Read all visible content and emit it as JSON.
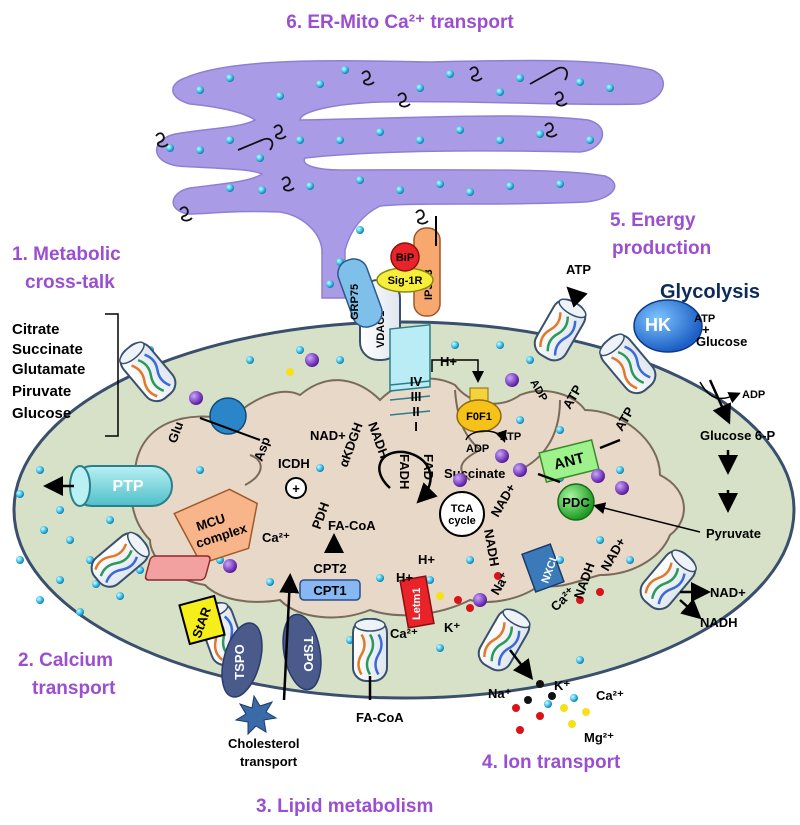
{
  "sections": {
    "er_mito": "6. ER-Mito Ca²⁺ transport",
    "metabolic": [
      "1. Metabolic",
      "cross-talk"
    ],
    "energy": [
      "5. Energy",
      "production"
    ],
    "calcium": [
      "2. Calcium",
      "transport"
    ],
    "lipid": "3. Lipid metabolism",
    "ion": "4. Ion transport"
  },
  "metabolites": [
    "Citrate",
    "Succinate",
    "Glutamate",
    "Piruvate",
    "Glucose"
  ],
  "proteins": {
    "ptp": "PTP",
    "mcu": [
      "MCU",
      "complex"
    ],
    "star": "StAR",
    "tspo": "TSPO",
    "cpt2": "CPT2",
    "cpt1": "CPT1",
    "letm1": "Letm1",
    "nxcl": "NXCL",
    "ant": "ANT",
    "pdc": "PDC",
    "hk": "HK",
    "f0f1": "F0F1",
    "bip": "BiP",
    "sig1r": "Sig-1R",
    "ip3r3": "IP3R3",
    "grp75": "GRP75",
    "vdac1": "VDAC1",
    "complexes": [
      "IV",
      "III",
      "II",
      "I"
    ]
  },
  "labels": {
    "glu": "Glu",
    "asp": "Asp",
    "icdh": "ICDH",
    "akdgh": "αKDGH",
    "nad_plus": "NAD+",
    "nadh": "NADH",
    "pdh": "PDH",
    "ca2": "Ca²⁺",
    "fa_coa": "FA-CoA",
    "fadh": "FADH",
    "fad": "FAD",
    "succinate": "Succinate",
    "tca": [
      "TCA",
      "cycle"
    ],
    "adp": "ADP",
    "atp": "ATP",
    "h_plus": "H+",
    "k_plus": "K⁺",
    "na_plus": "Na⁺",
    "mg2": "Mg²⁺",
    "glycolysis": "Glycolysis",
    "glucose": "Glucose",
    "glucose6p": "Glucose 6-P",
    "pyruvate": "Pyruvate",
    "plus": "+",
    "cholesterol": [
      "Cholesterol",
      "transport"
    ]
  },
  "colors": {
    "er": "#a99be6",
    "outer": "#d6e1c7",
    "matrix": "#e8d8c8",
    "section_text": "#9b4fd0"
  }
}
